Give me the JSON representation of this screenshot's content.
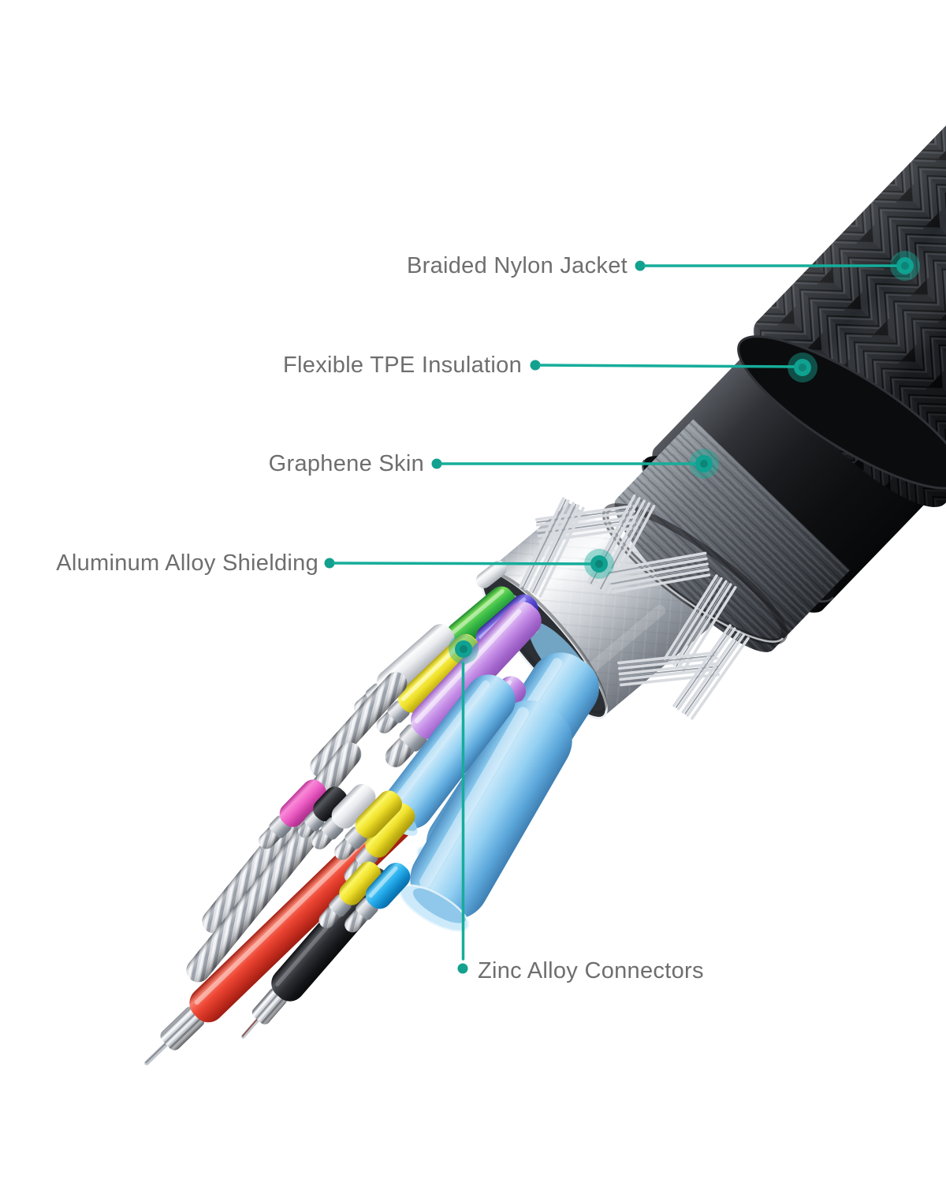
{
  "figure": {
    "kind": "product-cutaway-diagram",
    "background": "#ffffff"
  },
  "callouts": [
    {
      "id": "braided-nylon-jacket",
      "label": "Braided Nylon Jacket"
    },
    {
      "id": "flexible-tpe-insulation",
      "label": "Flexible TPE Insulation"
    },
    {
      "id": "graphene-skin",
      "label": "Graphene Skin"
    },
    {
      "id": "aluminum-alloy-shielding",
      "label": "Aluminum Alloy Shielding"
    },
    {
      "id": "zinc-alloy-connectors",
      "label": "Zinc Alloy Connectors"
    }
  ],
  "colors": {
    "accent": "#16ad9a",
    "label_text": "#6e6e6e",
    "background": "#ffffff",
    "jacket_black": "#0b0c0e",
    "shield_silver": "#cdd1d6",
    "wire_palette": [
      "#3cbd49",
      "#584ad4",
      "#c78fe8",
      "#efe02a",
      "#e9ebee",
      "#ee5fc4",
      "#ee4634",
      "#27aeec",
      "#7fc0e8",
      "#2b2d31"
    ]
  }
}
